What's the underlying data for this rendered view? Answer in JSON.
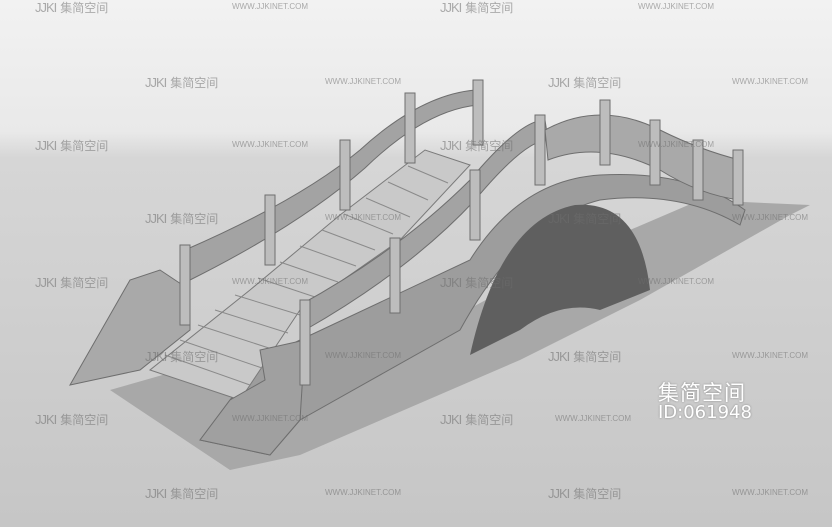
{
  "watermark": {
    "logo_mark": "JJKI",
    "logo_text": "集简空间",
    "url": "WWW.JJKINET.COM"
  },
  "brand": {
    "title": "集简空间",
    "id": "ID:061948"
  },
  "colors": {
    "stone_light": "#b4b4b4",
    "stone_mid": "#9a9a9a",
    "stone_dark": "#7d7d7d",
    "shadow": "#555555"
  }
}
